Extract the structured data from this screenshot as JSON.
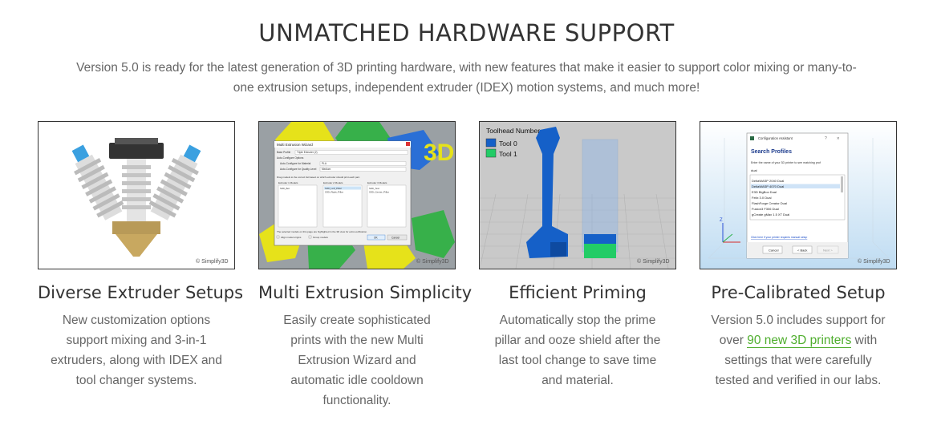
{
  "header": {
    "title": "UNMATCHED HARDWARE SUPPORT",
    "intro": "Version 5.0 is ready for the latest generation of 3D printing hardware, with new features that make it easier to support color mixing or many-to-one extrusion setups, independent extruder (IDEX) motion systems, and much more!"
  },
  "copyright": "© Simplify3D",
  "features": [
    {
      "title": "Diverse Extruder Setups",
      "text": "New customization options support mixing and 3-in-1 extruders, along with IDEX and tool changer systems.",
      "image_icon": "triple-extruder-hotend-image"
    },
    {
      "title": "Multi Extrusion Simplicity",
      "text": "Easily create sophisticated prints with the new Multi Extrusion Wizard and automatic idle cooldown functionality.",
      "image_icon": "multi-extrusion-wizard-screenshot",
      "wizard": {
        "window_title": "Multi Extrusion Wizard",
        "base_profile_label": "Base Profile",
        "base_profile_value": "Triple Extruder (2)",
        "auto_configure_options": "Auto-Configure Options",
        "auto_material_label": "Auto-Configure for Material",
        "auto_material_value": "PLA",
        "auto_quality_label": "Auto-Configure for Quality Level",
        "auto_quality_value": "Medium",
        "instruction": "Drag models to the correct list based on which extruder should print each part.",
        "columns": [
          "Extruder 1 Models",
          "Extruder 2 Models",
          "Extruder 3 Models"
        ],
        "col1_items": [
          "S3D_Bot"
        ],
        "col2_items": [
          "S3D_Left_Pillar",
          "S3D_Right_Pillar"
        ],
        "col3_items": [
          "S3D_Text",
          "S3D_Center_Pillar"
        ],
        "footer_note": "The selected models on this page are highlighted in the 3D view for extra verification.",
        "align_label": "Align model origins",
        "group_label": "Group models",
        "ok_label": "OK",
        "cancel_label": "Cancel",
        "logo_text": "3D"
      }
    },
    {
      "title": "Efficient Priming",
      "text": "Automatically stop the prime pillar and ooze shield after the last tool change to save time and material.",
      "image_icon": "toolhead-priming-render",
      "legend": {
        "title": "Toolhead Number",
        "items": [
          {
            "label": "Tool 0",
            "color": "#1560c8"
          },
          {
            "label": "Tool 1",
            "color": "#22cc66"
          }
        ]
      }
    },
    {
      "title": "Pre-Calibrated Setup",
      "text_before": "Version 5.0 includes support for over ",
      "link_text": "90 new 3D printers",
      "text_after": " with settings that were carefully tested and verified in our labs.",
      "image_icon": "configuration-assistant-screenshot",
      "assistant": {
        "window_title": "Configuration Assistant",
        "heading": "Search Profiles",
        "prompt": "Enter the name of your 3D printer to see matching prof",
        "search_value": "dual",
        "results": [
          "DeltaWASP 2040 Dual",
          "DeltaWASP 4070 Dual",
          "E3D BigBox Dual",
          "Felix 3.0 Dual",
          "FlashForge Creator Dual",
          "Fusion3 F306 Dual",
          "gCreate gMax 1.5 XT Dual"
        ],
        "selected_index": 1,
        "manual_link": "Click here if your printer requires manual setup",
        "cancel_label": "Cancel",
        "back_label": "< Back",
        "next_label": "Next >",
        "help_glyph": "?",
        "close_glyph": "×",
        "axis_label": "Z"
      }
    }
  ],
  "colors": {
    "link_green": "#4fae2e",
    "tool0_blue": "#1560c8",
    "tool1_green": "#22cc66",
    "yellow_hex": "#e6e21a",
    "green_hex": "#37b04a"
  }
}
